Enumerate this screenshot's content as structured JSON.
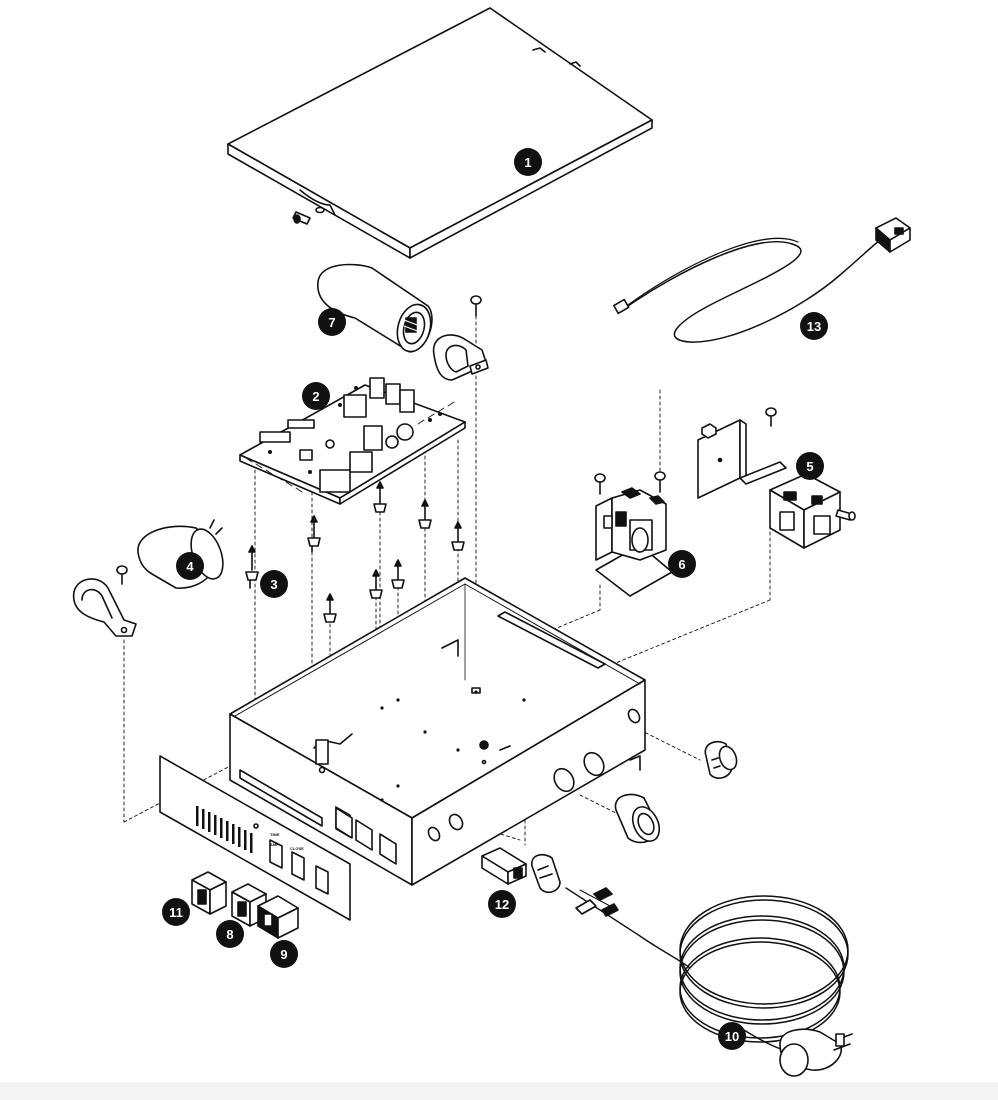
{
  "diagram": {
    "colors": {
      "line": "#111111",
      "fill": "#ffffff",
      "callout": "#111111",
      "callout_text": "#ffffff"
    },
    "panel_labels": {
      "a": "TIME",
      "b": "AMP",
      "c": "CLOSE"
    },
    "callouts": [
      {
        "id": "1",
        "label": "1"
      },
      {
        "id": "2",
        "label": "2"
      },
      {
        "id": "3",
        "label": "3"
      },
      {
        "id": "4",
        "label": "4"
      },
      {
        "id": "5",
        "label": "5"
      },
      {
        "id": "6",
        "label": "6"
      },
      {
        "id": "7",
        "label": "7"
      },
      {
        "id": "8",
        "label": "8"
      },
      {
        "id": "9",
        "label": "9"
      },
      {
        "id": "10",
        "label": "10"
      },
      {
        "id": "11",
        "label": "11"
      },
      {
        "id": "12",
        "label": "12"
      },
      {
        "id": "13",
        "label": "13"
      }
    ]
  }
}
